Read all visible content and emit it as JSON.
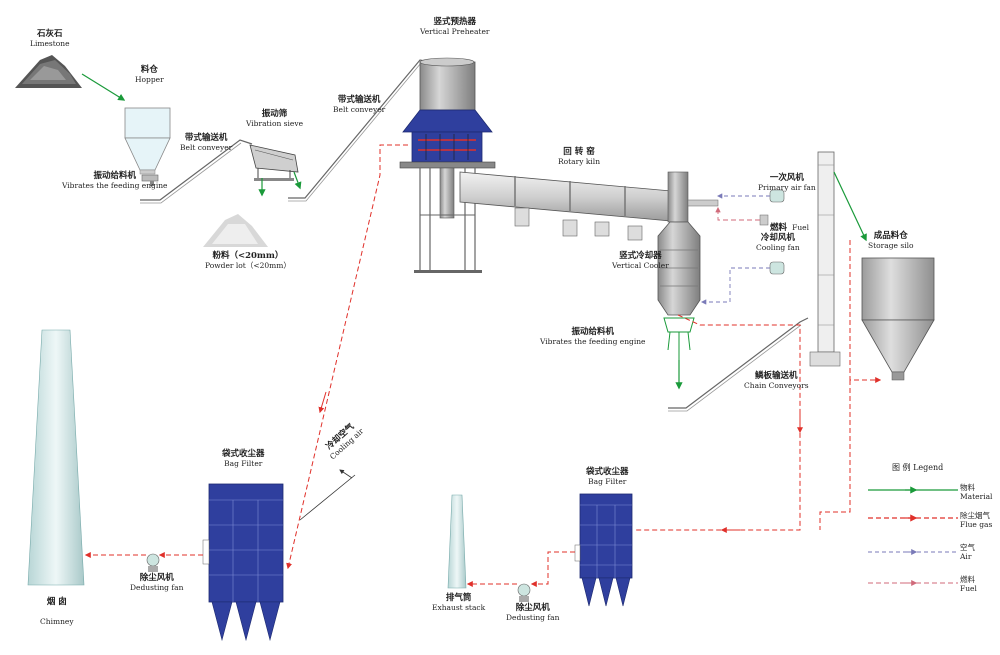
{
  "labels": {
    "limestone": {
      "zh": "石灰石",
      "en": "Limestone"
    },
    "hopper": {
      "zh": "料仓",
      "en": "Hopper"
    },
    "belt_conveyor_1": {
      "zh": "带式输送机",
      "en": "Belt conveyer"
    },
    "vibrating_feeder_1": {
      "zh": "振动给料机",
      "en": "Vibrates the feeding engine"
    },
    "vibration_sieve": {
      "zh": "振动筛",
      "en": "Vibration sieve"
    },
    "powder_lot": {
      "zh": "粉料（<20mm）",
      "en": "Powder lot（<20mm）"
    },
    "belt_conveyor_2": {
      "zh": "带式输送机",
      "en": "Belt conveyer"
    },
    "vertical_preheater": {
      "zh": "竖式预热器",
      "en": "Vertical Preheater"
    },
    "rotary_kiln": {
      "zh": "回 转 窑",
      "en": "Rotary kiln"
    },
    "primary_air_fan": {
      "zh": "一次风机",
      "en": "Primary air fan"
    },
    "fuel": {
      "zh": "燃料",
      "en": "Fuel"
    },
    "cooling_fan": {
      "zh": "冷却风机",
      "en": "Cooling fan"
    },
    "vertical_cooler": {
      "zh": "竖式冷却器",
      "en": "Vertical Cooler"
    },
    "vibrating_feeder_2": {
      "zh": "振动给料机",
      "en": "Vibrates the feeding engine"
    },
    "chain_conveyors": {
      "zh": "鳞板输送机",
      "en": "Chain Conveyors"
    },
    "storage_silo": {
      "zh": "成品料仓",
      "en": "Storage silo"
    },
    "cooling_air": {
      "zh": "冷却空气",
      "en": "Cooling air"
    },
    "bag_filter_1": {
      "zh": "袋式收尘器",
      "en": "Bag Filter"
    },
    "dedusting_fan_1": {
      "zh": "除尘风机",
      "en": "Dedusting fan"
    },
    "chimney": {
      "zh": "烟 囱",
      "en": "Chimney"
    },
    "bag_filter_2": {
      "zh": "袋式收尘器",
      "en": "Bag Filter"
    },
    "exhaust_stack": {
      "zh": "排气筒",
      "en": "Exhaust stack"
    },
    "dedusting_fan_2": {
      "zh": "除尘风机",
      "en": "Dedusting fan"
    }
  },
  "legend": {
    "title": "图 例 Legend",
    "items": [
      {
        "zh": "物料",
        "en": "Material"
      },
      {
        "zh": "除尘烟气",
        "en": "Flue gas"
      },
      {
        "zh": "空气",
        "en": "Air"
      },
      {
        "zh": "燃料",
        "en": "Fuel"
      }
    ]
  },
  "colors": {
    "material": "#1a9a3a",
    "flue_gas": "#e0302a",
    "air": "#7a7ab8",
    "fuel": "#d06a7a",
    "equipment_blue": "#2f3f9e",
    "equipment_gray": "#b9b9b9",
    "chimney_teal": "#cfe3e3"
  }
}
